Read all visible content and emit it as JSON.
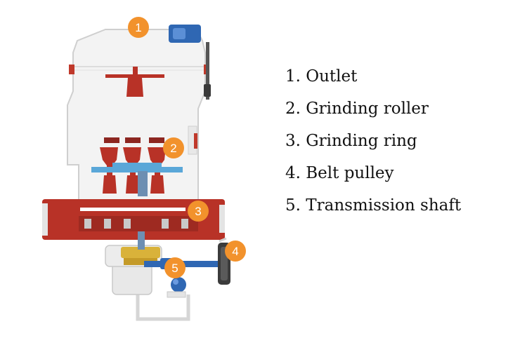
{
  "colors": {
    "badge": "#f2922c",
    "body_red": "#b83227",
    "machine_white": "#f1f1f1",
    "outline": "#cfcfcf",
    "shaft_blue": "#2f67b3",
    "gear_gold": "#d9b23a",
    "plate_blue": "#5aa7d8"
  },
  "callouts": [
    {
      "num": "1",
      "label": "Outlet"
    },
    {
      "num": "2",
      "label": "Grinding roller"
    },
    {
      "num": "3",
      "label": "Grinding ring"
    },
    {
      "num": "4",
      "label": "Belt pulley"
    },
    {
      "num": "5",
      "label": "Transmission shaft"
    }
  ],
  "legend": [
    {
      "num": "1.",
      "text": "Outlet"
    },
    {
      "num": "2.",
      "text": "Grinding roller"
    },
    {
      "num": "3.",
      "text": "Grinding ring"
    },
    {
      "num": "4.",
      "text": "Belt pulley"
    },
    {
      "num": "5.",
      "text": "Transmission shaft"
    }
  ]
}
